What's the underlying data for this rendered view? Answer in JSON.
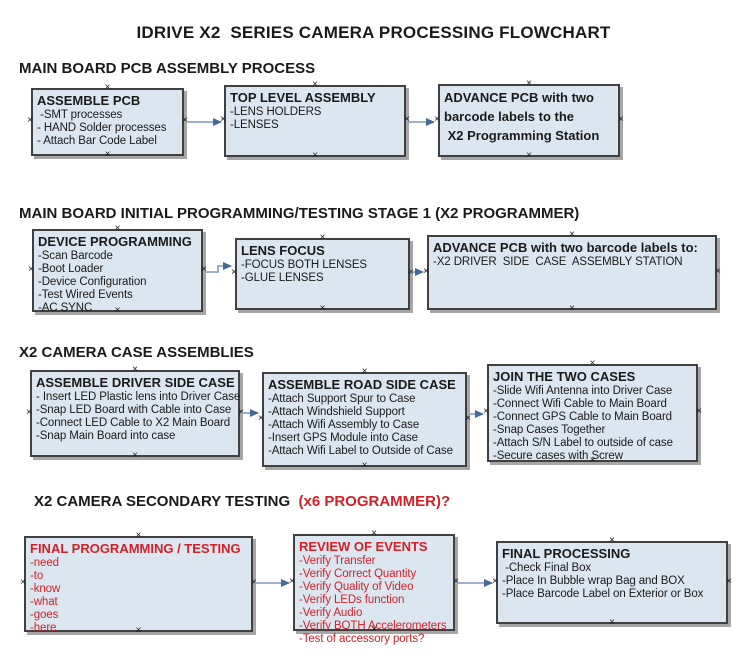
{
  "title": "IDRIVE X2  SERIES CAMERA PROCESSING FLOWCHART",
  "colors": {
    "box_fill": "#dce6f1",
    "box_border": "#404040",
    "box_shadow": "#a6a6a6",
    "arrow_line": "#8ea6c6",
    "arrow_head": "#44699b",
    "red_text": "#d22027",
    "black_text": "#1a1a1a"
  },
  "icons": {
    "connection_anchor_glyph": "×"
  },
  "sections": [
    {
      "heading": "MAIN BOARD PCB ASSEMBLY PROCESS",
      "boxes": [
        {
          "title": "ASSEMBLE PCB",
          "items": [
            " -SMT processes",
            "- HAND Solder processes",
            "- Attach Bar Code Label"
          ]
        },
        {
          "title": "TOP LEVEL ASSEMBLY",
          "items": [
            "-LENS HOLDERS",
            "-LENSES"
          ]
        },
        {
          "title_lines": [
            "ADVANCE PCB with two",
            "barcode labels to the",
            " X2 Programming Station"
          ]
        }
      ]
    },
    {
      "heading": "MAIN BOARD INITIAL PROGRAMMING/TESTING STAGE 1 (X2 PROGRAMMER)",
      "boxes": [
        {
          "title": "DEVICE PROGRAMMING",
          "items": [
            "-Scan Barcode",
            "-Boot Loader",
            "-Device Configuration",
            "-Test Wired Events",
            "-AC SYNC"
          ]
        },
        {
          "title": "LENS FOCUS",
          "items": [
            "-FOCUS BOTH LENSES",
            "-GLUE LENSES"
          ]
        },
        {
          "title": "ADVANCE PCB with two barcode labels to:",
          "items": [
            "-X2 DRIVER  SIDE  CASE  ASSEMBLY STATION"
          ]
        }
      ]
    },
    {
      "heading": "X2 CAMERA CASE ASSEMBLIES",
      "boxes": [
        {
          "title": "ASSEMBLE DRIVER SIDE CASE",
          "items": [
            "- Insert LED Plastic lens into Driver Case",
            "-Snap LED Board with Cable into Case",
            "-Connect LED Cable to X2 Main Board",
            "-Snap Main Board into case"
          ]
        },
        {
          "title": "ASSEMBLE ROAD SIDE CASE",
          "items": [
            "-Attach Support Spur to Case",
            "-Attach Windshield Support",
            "-Attach Wifi Assembly to Case",
            "-Insert GPS Module into Case",
            "-Attach Wifi Label to Outside of Case"
          ]
        },
        {
          "title": "JOIN THE TWO CASES",
          "items": [
            "-Slide Wifi Antenna into Driver Case",
            "-Connect Wifi Cable to Main Board",
            "-Connect GPS Cable to Main Board",
            "-Snap Cases Together",
            "-Attach S/N Label to outside of case",
            "-Secure cases with Screw"
          ]
        }
      ]
    },
    {
      "heading_black": "X2 CAMERA SECONDARY TESTING",
      "heading_red": "  (x6 PROGRAMMER)?",
      "boxes": [
        {
          "title": "FINAL PROGRAMMING / TESTING",
          "items": [
            "-need",
            "-to",
            "-know",
            "-what",
            "-goes",
            "-here"
          ]
        },
        {
          "title": "REVIEW OF EVENTS",
          "items": [
            "-Verify Transfer",
            "-Verify Correct Quantity",
            "-Verify Quality of Video",
            "-Verify LEDs function",
            "-Verify Audio",
            "-Verify BOTH Accelerometers",
            "-Test of accessory ports?"
          ]
        },
        {
          "title": "FINAL PROCESSING",
          "items": [
            " -Check Final Box",
            "-Place In Bubble wrap Bag and BOX",
            "-Place Barcode Label on Exterior or Box"
          ]
        }
      ]
    }
  ]
}
